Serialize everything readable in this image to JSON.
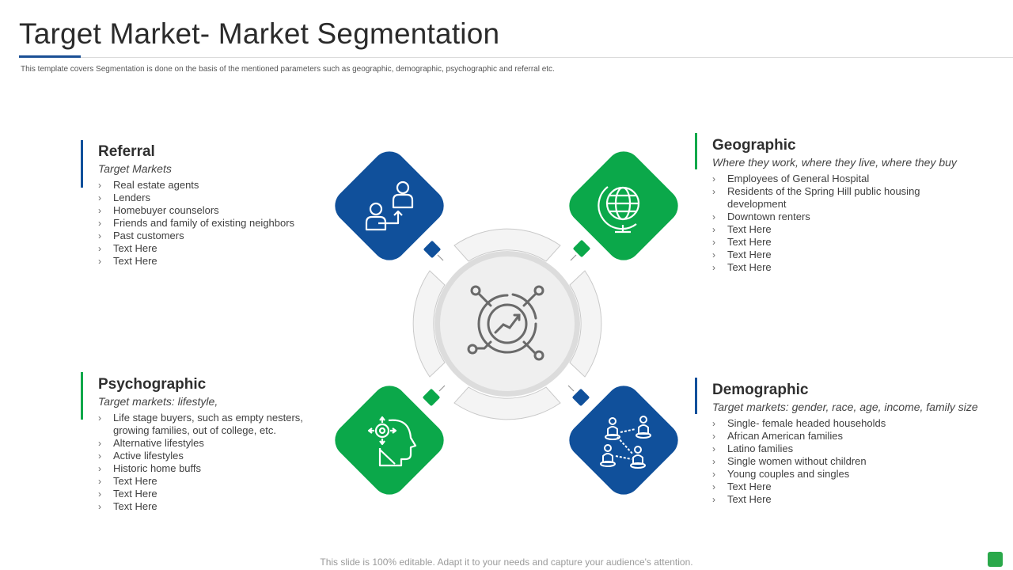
{
  "title": "Target Market- Market Segmentation",
  "subtitle": "This template covers Segmentation is done on the basis of the mentioned parameters such as geographic, demographic, psychographic and referral etc.",
  "colors": {
    "blue": "#10509b",
    "green": "#0ba84a",
    "accent_rule": "#1a4f95",
    "hub_ring": "#dcdcdc",
    "hub_fill": "#efefef"
  },
  "segments": {
    "referral": {
      "heading": "Referral",
      "subheading": "Target Markets",
      "icon": "referral-people-icon",
      "items": [
        "Real estate agents",
        "Lenders",
        "Homebuyer counselors",
        "Friends and family of existing neighbors",
        "Past customers",
        "Text Here",
        "Text Here"
      ]
    },
    "geographic": {
      "heading": "Geographic",
      "subheading": "Where they work, where they live, where they buy",
      "icon": "globe-icon",
      "items": [
        "Employees of General Hospital",
        "Residents of the Spring Hill public housing development",
        "Downtown  renters",
        "Text Here",
        "Text Here",
        "Text Here",
        "Text Here"
      ]
    },
    "psychographic": {
      "heading": "Psychographic",
      "subheading": "Target markets: lifestyle,",
      "icon": "head-target-icon",
      "items": [
        "Life stage buyers, such as empty nesters, growing families, out of college, etc.",
        "Alternative lifestyles",
        "Active lifestyles",
        "Historic home buffs",
        "Text Here",
        "Text Here",
        "Text Here"
      ]
    },
    "demographic": {
      "heading": "Demographic",
      "subheading": "Target markets: gender, race, age, income, family size",
      "icon": "people-network-icon",
      "items": [
        "Single- female headed households",
        "African American families",
        "Latino families",
        "Single women  without children",
        "Young couples and singles",
        "Text Here",
        "Text Here"
      ]
    }
  },
  "hub_icon": "growth-chart-network-icon",
  "footer": "This slide is 100% editable. Adapt it to your needs and capture your audience's attention."
}
